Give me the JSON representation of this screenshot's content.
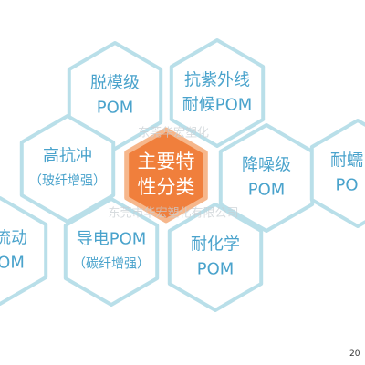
{
  "colors": {
    "hex_fill": "#ffffff",
    "hex_border": "#b9dfe9",
    "hex_text": "#4aa3cc",
    "center_fill": "#f07f3c",
    "center_border": "#f6b78c",
    "center_text": "#ffffff"
  },
  "diagram": {
    "nodes": [
      {
        "id": "hex-center",
        "lines": [
          "主要特",
          "性分类"
        ],
        "center": true
      },
      {
        "id": "hex-release-grade",
        "lines": [
          "脱模级",
          "POM"
        ]
      },
      {
        "id": "hex-uv-weather",
        "lines": [
          "抗紫外线",
          "耐候POM"
        ]
      },
      {
        "id": "hex-high-impact",
        "lines": [
          "高抗冲",
          "（玻纤增强）"
        ]
      },
      {
        "id": "hex-low-noise",
        "lines": [
          "降噪级",
          "POM"
        ]
      },
      {
        "id": "hex-wear-right",
        "lines": [
          "耐蠕",
          "PO"
        ]
      },
      {
        "id": "hex-flow-left",
        "lines": [
          "流动",
          "OM"
        ]
      },
      {
        "id": "hex-conductive",
        "lines": [
          "导电POM",
          "（碳纤增强）"
        ]
      },
      {
        "id": "hex-chemical",
        "lines": [
          "耐化学",
          "POM"
        ]
      }
    ]
  },
  "watermark": {
    "line1": "东莞华宏塑化",
    "line2": "东莞市华宏塑化有限公司"
  },
  "corner_text": "20"
}
